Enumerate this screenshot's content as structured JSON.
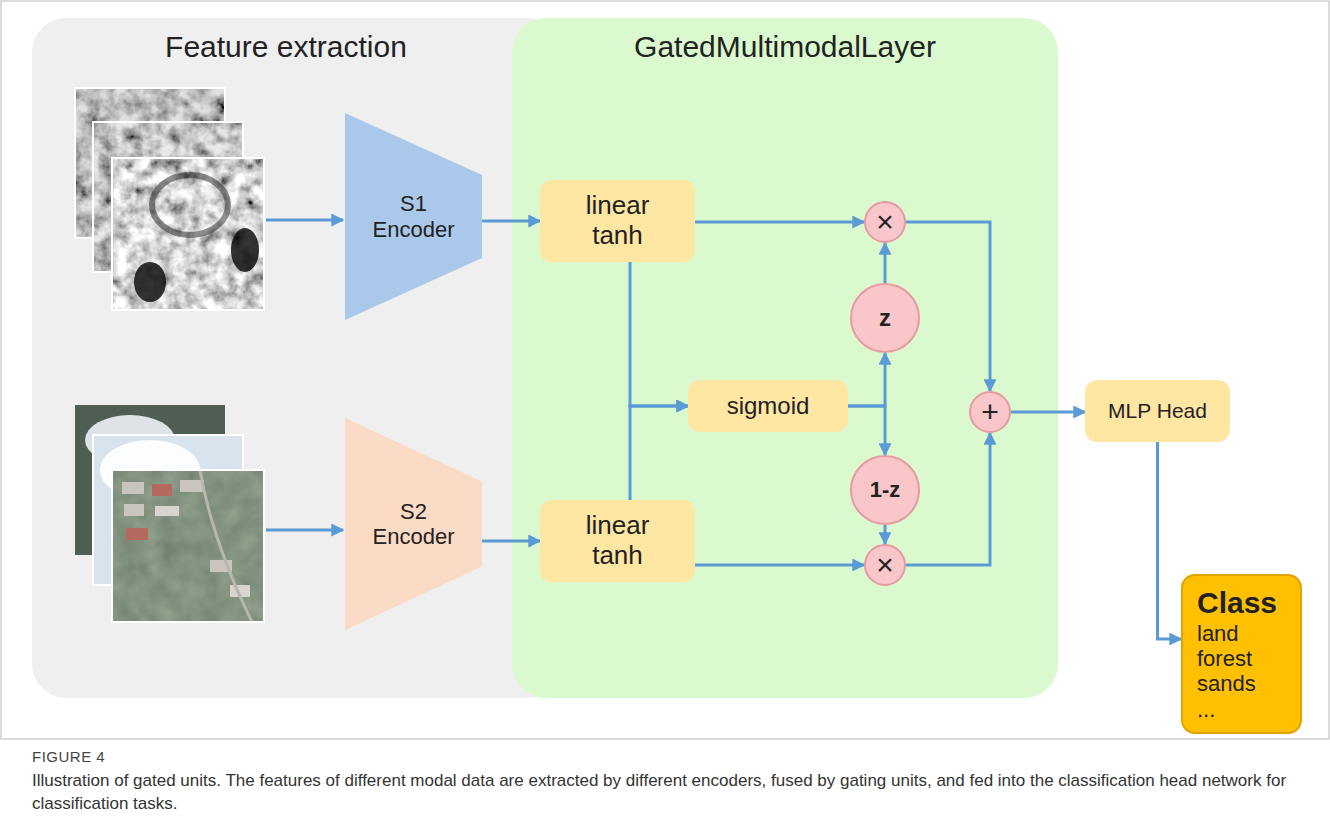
{
  "diagram": {
    "caption": "Illustration of gated units. The features of different modal data are extracted by different encoders, fused by gating units, and fed into the classification head network for classification tasks.",
    "nodes": [
      {
        "text": [
          "Feature extraction"
        ]
      },
      {
        "text": [
          "GatedMultimodalLayer"
        ]
      },
      {
        "text": [
          "S1 Encoder"
        ],
        "in": 0
      },
      {
        "text": [
          "S2 Encoder"
        ],
        "in": 0
      },
      {
        "text": [
          "linear tanh"
        ],
        "in": 1
      },
      {
        "text": [
          "sigmoid"
        ],
        "in": 1
      },
      {
        "text": [
          "linear tanh"
        ],
        "in": 1
      },
      {
        "text": [
          "×"
        ],
        "in": 1
      },
      {
        "text": [
          "z"
        ],
        "in": 1
      },
      {
        "text": [
          "+"
        ],
        "in": 1
      },
      {
        "text": [
          "1-z"
        ],
        "in": 1
      },
      {
        "text": [
          "×"
        ],
        "in": 1
      },
      {
        "text": [
          "MLP Head"
        ]
      },
      {
        "text": [
          "Class",
          "land",
          "forest",
          "sands",
          "..."
        ]
      }
    ],
    "edges": [
      {
        "from": 2,
        "to": 4,
        "arrow": "to"
      },
      {
        "from": 3,
        "to": 6,
        "arrow": "to"
      },
      {
        "from": 4,
        "to": 7,
        "arrow": "to"
      },
      {
        "from": 6,
        "to": 11,
        "arrow": "to"
      },
      {
        "from": 4,
        "to": 5,
        "arrow": "to"
      },
      {
        "from": 6,
        "to": 5,
        "arrow": "to"
      },
      {
        "from": 5,
        "to": 8,
        "arrow": "to"
      },
      {
        "from": 5,
        "to": 10,
        "arrow": "to"
      },
      {
        "from": 8,
        "to": 7,
        "arrow": "to"
      },
      {
        "from": 10,
        "to": 11,
        "arrow": "to"
      },
      {
        "from": 7,
        "to": 9,
        "arrow": "to"
      },
      {
        "from": 11,
        "to": 9,
        "arrow": "to"
      },
      {
        "from": 9,
        "to": 12,
        "arrow": "to"
      },
      {
        "from": 12,
        "to": 13,
        "arrow": "to"
      }
    ],
    "labels": [
      "FIGURE 4"
    ]
  }
}
